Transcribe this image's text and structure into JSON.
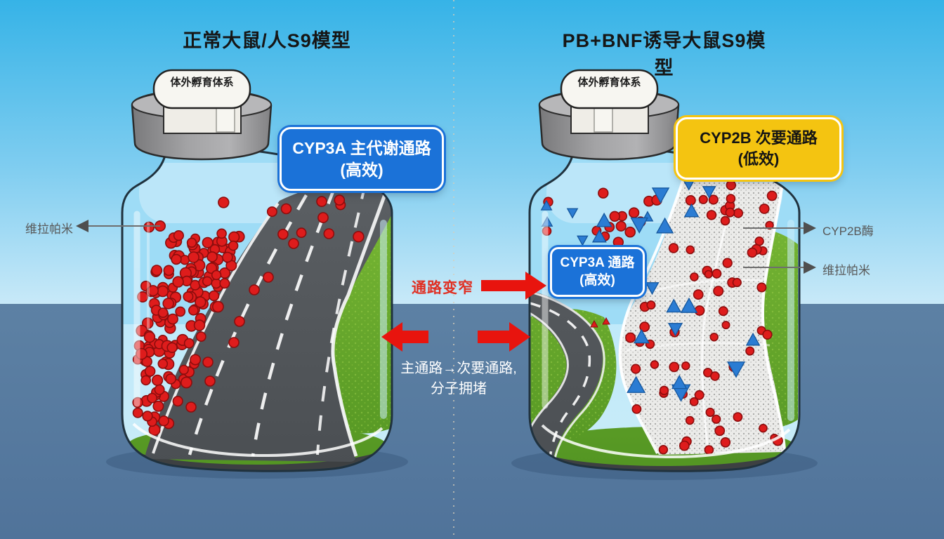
{
  "panels": {
    "left": {
      "title": "正常大鼠/人S9模型",
      "cap_label": "体外孵育体系",
      "badge": {
        "line1": "CYP3A 主代谢通路",
        "line2": "(高效)"
      },
      "molecule_label": "维拉帕米"
    },
    "right": {
      "title": "PB+BNF诱导大鼠S9模型",
      "cap_label": "体外孵育体系",
      "badge_secondary": {
        "line1": "CYP2B 次要通路",
        "line2": "(低效)"
      },
      "badge_primary": {
        "line1": "CYP3A 通路",
        "line2": "(高效)"
      },
      "enzyme_label": "CYP2B酶",
      "molecule_label": "维拉帕米"
    }
  },
  "annotations": {
    "narrowing": "通路变窄",
    "shift_line1": "主通路→次要通路,",
    "shift_line2": "分子拥堵"
  },
  "colors": {
    "sky_top": "#38b4e8",
    "sky_bottom": "#cdeaf8",
    "ground": "#56799d",
    "badge_blue": "#1b72d8",
    "badge_yellow": "#f4c411",
    "arrow_red": "#e8140e",
    "label_gray": "#585858",
    "narrow_text_red": "#e02f22",
    "road_gray": "#54585c",
    "grass_green": "#6cad2d",
    "gravel_gray": "#ebebe9",
    "molecule_red": "#de1c1c",
    "triangle_blue": "#2b7cd3"
  },
  "illustration": {
    "left_bottle": {
      "pile_dot_count": 150,
      "scatter_dot_count": 14
    },
    "right_bottle": {
      "top_dot_count": 15,
      "top_triangle_count": 10,
      "path_dot_count": 70,
      "path_triangle_count": 13
    }
  }
}
